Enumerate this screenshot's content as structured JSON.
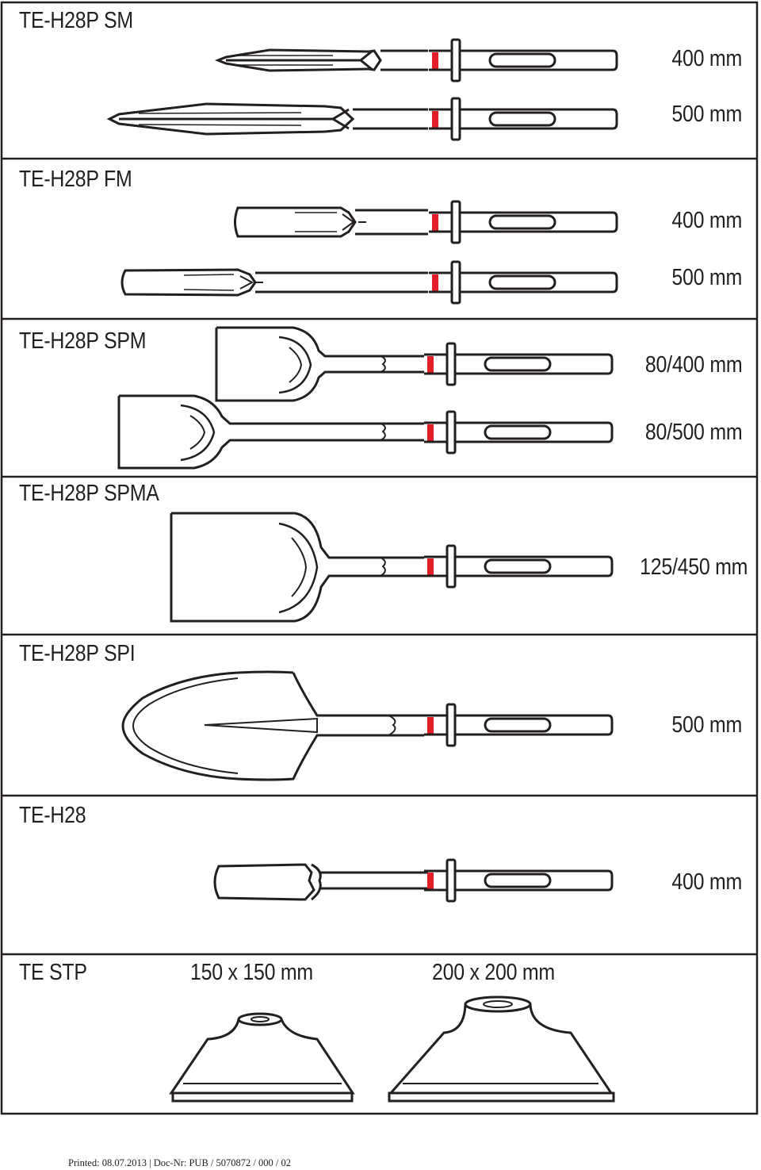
{
  "sections": [
    {
      "title": "TE-H28P SM",
      "sizes": [
        "400 mm",
        "500 mm"
      ]
    },
    {
      "title": "TE-H28P FM",
      "sizes": [
        "400 mm",
        "500 mm"
      ]
    },
    {
      "title": "TE-H28P SPM",
      "sizes": [
        "80/400 mm",
        "80/500 mm"
      ]
    },
    {
      "title": "TE-H28P SPMA",
      "sizes": [
        "125/450 mm"
      ]
    },
    {
      "title": "TE-H28P SPI",
      "sizes": [
        "500 mm"
      ]
    },
    {
      "title": "TE-H28",
      "sizes": [
        "400 mm"
      ]
    },
    {
      "title": "TE STP",
      "sizes": [
        "150 x 150 mm",
        "200 x 200 mm"
      ]
    }
  ],
  "footer": "Printed: 08.07.2013 | Doc-Nr: PUB / 5070872 / 000 / 02",
  "colors": {
    "line": "#231f20",
    "accent": "#e41e26"
  }
}
